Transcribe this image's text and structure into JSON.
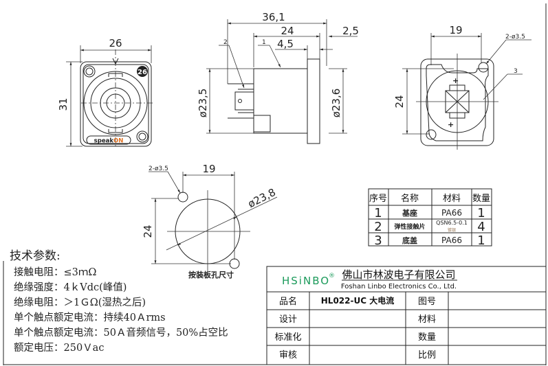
{
  "front_view": {
    "width_dim": "26",
    "height_dim": "31",
    "badge": "26",
    "brand_label": "speakON",
    "brand_highlight": "ON"
  },
  "side_view": {
    "total_length": "36,1",
    "body_length": "24",
    "flange_offset": "2,5",
    "flange_thickness": "4,5",
    "diameter_left": "ø23,5",
    "diameter_right": "ø23,6",
    "callout_1": "1",
    "callout_2": "2"
  },
  "back_view": {
    "hole_spacing_x": "19",
    "hole_spacing_y": "24",
    "hole_note": "2-ø3.5",
    "callout_3": "3"
  },
  "panel_cutout": {
    "hole_spacing_x": "19",
    "hole_spacing_y": "24",
    "hole_note": "2-ø3.5",
    "diameter": "ø23,8",
    "caption": "按装板孔尺寸"
  },
  "parts_table": {
    "headers": [
      "序号",
      "名称",
      "材料",
      "数量"
    ],
    "rows": [
      {
        "no": "1",
        "name": "基座",
        "material": "PA66",
        "material_note": "",
        "qty": "1"
      },
      {
        "no": "2",
        "name": "弹性接触片",
        "material": "QSN6.5-0.1",
        "material_note": "镀银",
        "qty": "4"
      },
      {
        "no": "3",
        "name": "底盖",
        "material": "PA66",
        "material_note": "",
        "qty": "1"
      }
    ]
  },
  "tech_params": {
    "title": "技术参数:",
    "items": [
      "接触电阻：≤3ｍΩ",
      "绝缘强度：4ｋVdc(峰值)",
      "绝缘电阻：＞1ＧΩ(湿热之后)",
      "单个触点额定电流：持续40Ａrms",
      "单个触点额定电流：50Ａ音频信号，50%占空比",
      "额定电压：250Ｖac"
    ]
  },
  "title_block": {
    "logo": "HSiNBO",
    "logo_mark": "®",
    "company_cn": "佛山市林波电子有限公司",
    "company_en": "Foshan Linbo Electronics Co., Ltd.",
    "rows": [
      {
        "label": "品名",
        "value": "HL022-UC 大电流",
        "label2": "图号",
        "value2": ""
      },
      {
        "label": "设计",
        "value": "",
        "label2": "材料",
        "value2": ""
      },
      {
        "label": "标准化",
        "value": "",
        "label2": "数量",
        "value2": ""
      },
      {
        "label": "审核",
        "value": "",
        "label2": "比例",
        "value2": ""
      }
    ]
  },
  "colors": {
    "logo_green": "#1a9a5a",
    "brand_orange": "#e07020"
  }
}
